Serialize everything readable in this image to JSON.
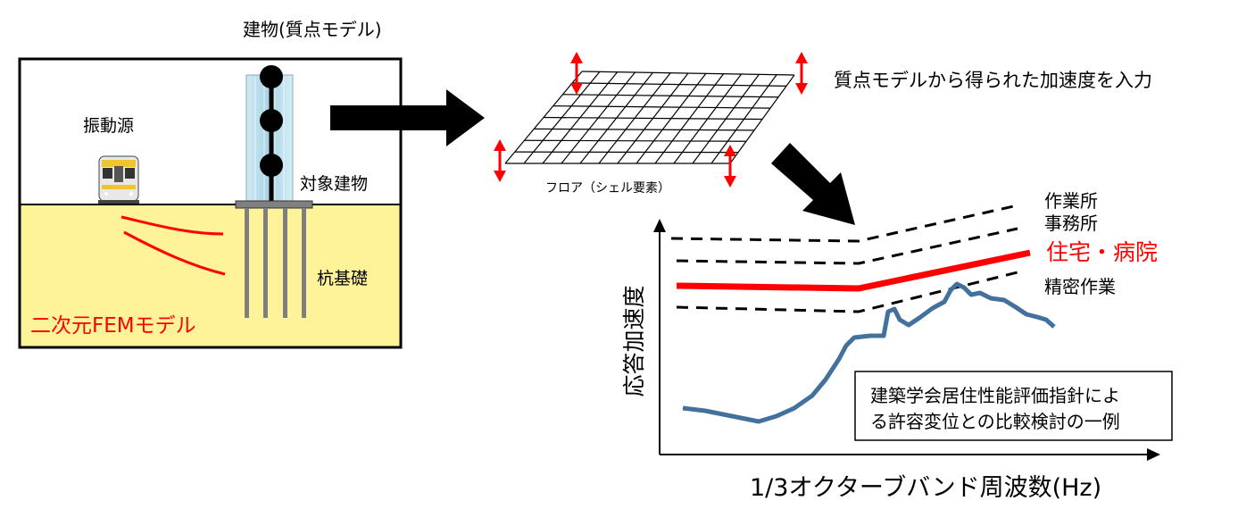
{
  "left_panel": {
    "building_title": "建物(質点モデル)",
    "vibration_source": "振動源",
    "target_building": "対象建物",
    "pile_foundation": "杭基礎",
    "fem_model": "二次元FEMモデル"
  },
  "floor_panel": {
    "input_note": "質点モデルから得られた加速度を入力",
    "floor_label": "フロア（シェル要素）"
  },
  "chart": {
    "ylabel": "応答加速度",
    "xlabel": "1/3オクターブバンド周波数(Hz)",
    "line_labels": {
      "factory": "作業所",
      "office": "事務所",
      "residential": "住宅・病院",
      "precision": "精密作業"
    },
    "note_line1": "建築学会居住性能評価指針によ",
    "note_line2": "る許容変位との比較検討の一例"
  },
  "colors": {
    "red": "#ff0000",
    "soil": "#fff399",
    "response": "#41719c",
    "building": "#b4dbea"
  }
}
